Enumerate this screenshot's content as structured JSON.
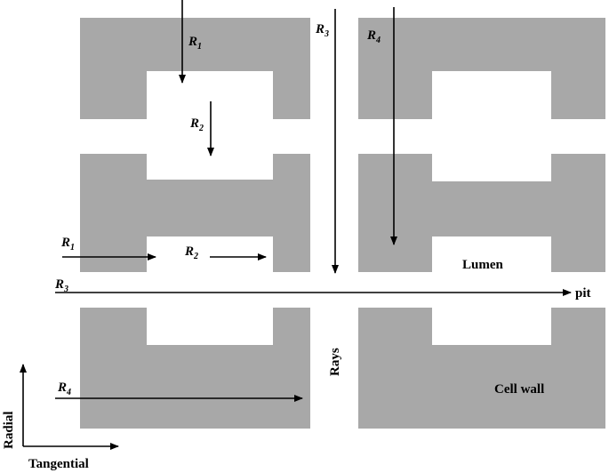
{
  "colors": {
    "wall": "#a8a8a8",
    "arrow": "#000000",
    "background": "#ffffff"
  },
  "labels": {
    "r1_vertical": {
      "main": "R",
      "sub": "1"
    },
    "r2_vertical": {
      "main": "R",
      "sub": "2"
    },
    "r3_vertical": {
      "main": "R",
      "sub": "3"
    },
    "r4_vertical": {
      "main": "R",
      "sub": "4"
    },
    "r1_horizontal": {
      "main": "R",
      "sub": "1"
    },
    "r2_horizontal": {
      "main": "R",
      "sub": "2"
    },
    "r3_horizontal": {
      "main": "R",
      "sub": "3"
    },
    "r4_horizontal": {
      "main": "R",
      "sub": "4"
    },
    "lumen": "Lumen",
    "pit": "pit",
    "rays": "Rays",
    "cell_wall": "Cell wall",
    "radial": "Radial",
    "tangential": "Tangential"
  }
}
